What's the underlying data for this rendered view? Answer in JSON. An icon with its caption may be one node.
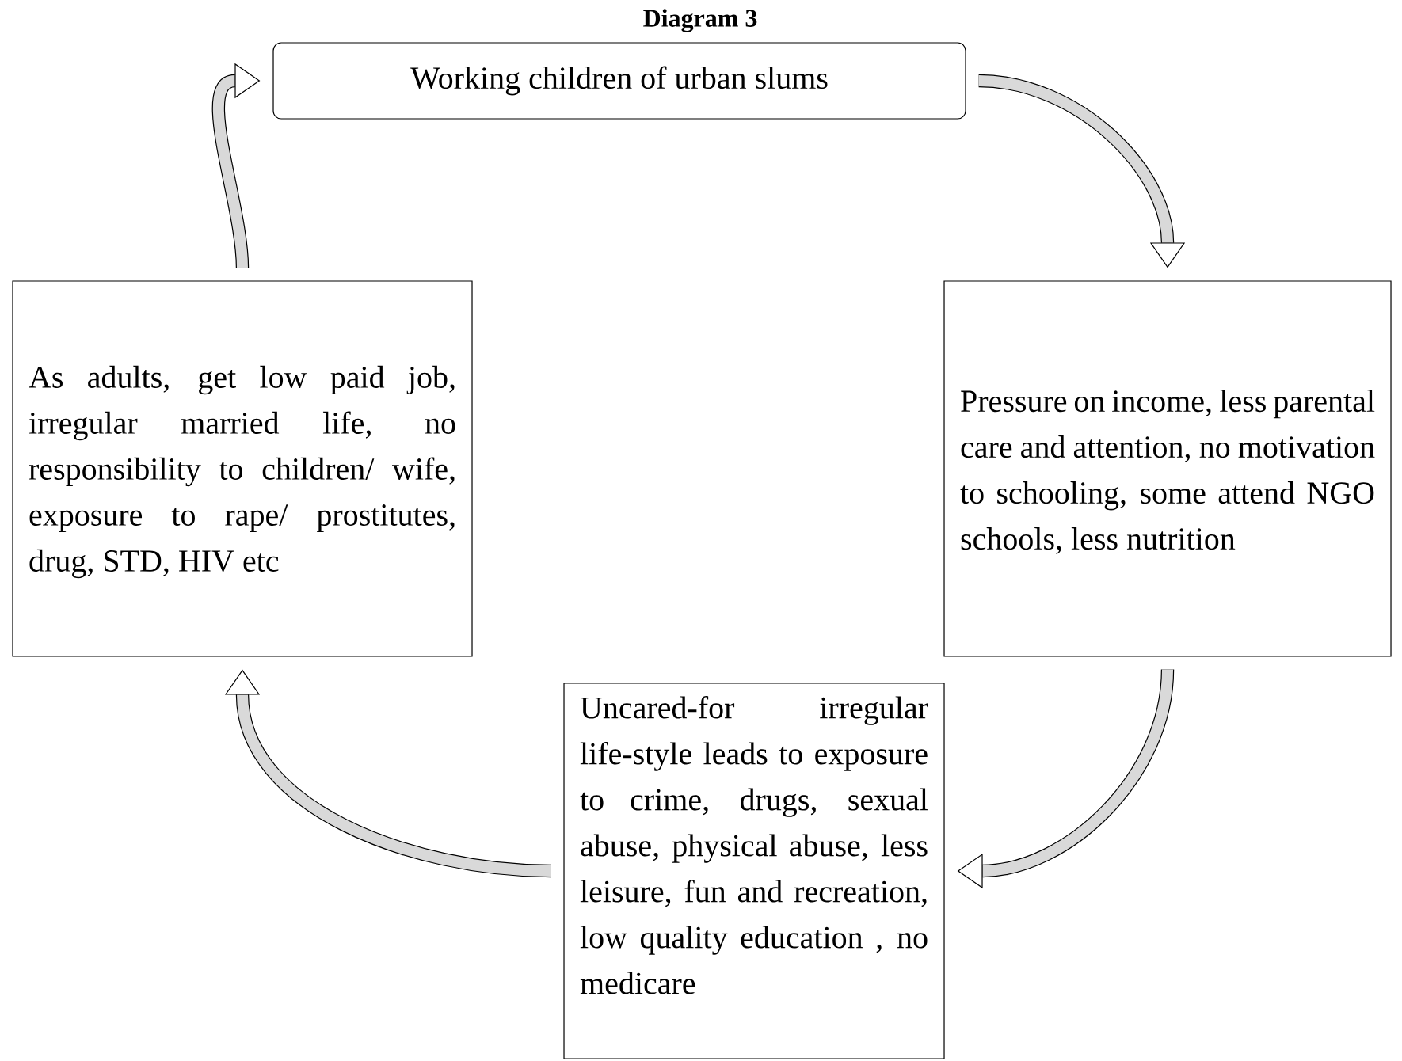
{
  "diagram": {
    "title": "Diagram 3",
    "nodes": [
      {
        "text": [
          "Working children of urban slums"
        ]
      },
      {
        "text": [
          "Pressure on income, less parental care and attention, no motivation to schooling, some attend NGO schools, less nutrition"
        ]
      },
      {
        "text": [
          "Uncared-for irregular life-style leads to exposure to crime, drugs, sexual abuse, physical abuse, less leisure, fun and recreation, low quality education , no medicare"
        ]
      },
      {
        "text": [
          "As adults, get low paid job, irregular married life, no responsibility to children/ wife, exposure to rape/ prostitutes, drug, STD, HIV etc"
        ]
      }
    ],
    "edges": [
      {
        "from": 0,
        "to": 1,
        "arrow": "to"
      },
      {
        "from": 1,
        "to": 2,
        "arrow": "to"
      },
      {
        "from": 2,
        "to": 3,
        "arrow": "to"
      },
      {
        "from": 3,
        "to": 0,
        "arrow": "to"
      }
    ]
  }
}
